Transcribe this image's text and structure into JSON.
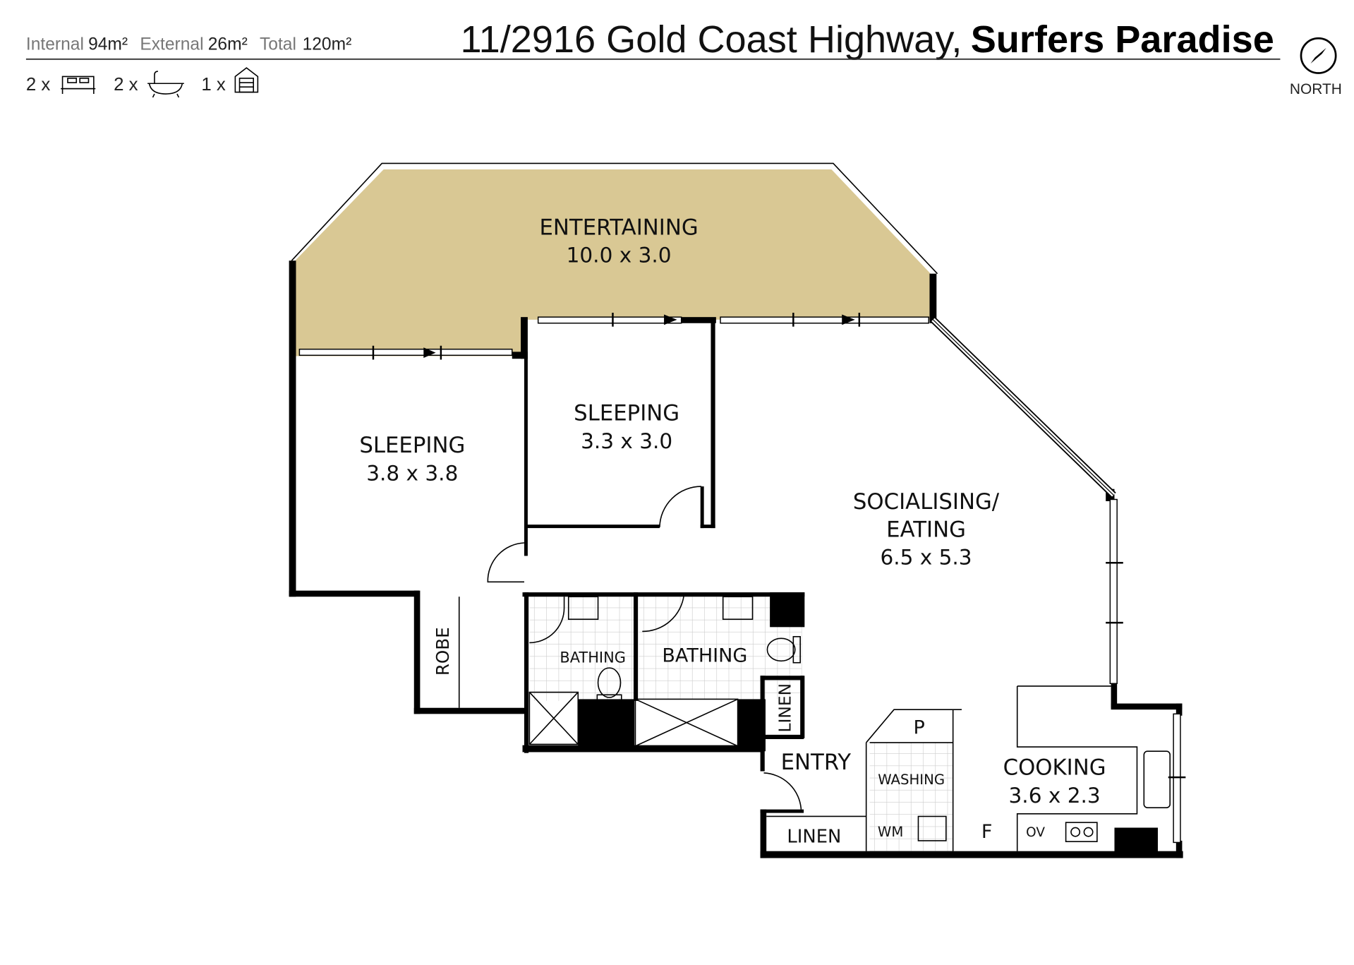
{
  "header": {
    "areas": [
      {
        "label": "Internal",
        "value": "94m²"
      },
      {
        "label": "External",
        "value": "26m²"
      },
      {
        "label": "Total",
        "value": "120m²"
      }
    ],
    "address": "11/2916 Gold Coast Highway,",
    "suburb": "Surfers Paradise",
    "features": [
      {
        "count": "2 x",
        "icon": "bed-icon"
      },
      {
        "count": "2 x",
        "icon": "bath-icon"
      },
      {
        "count": "1 x",
        "icon": "garage-icon"
      }
    ],
    "north_label": "NORTH"
  },
  "colors": {
    "outdoor": "#D9C894",
    "wall": "#000000"
  },
  "rooms": {
    "entertaining": {
      "name": "ENTERTAINING",
      "dims": "10.0 x 3.0"
    },
    "sleeping1": {
      "name": "SLEEPING",
      "dims": "3.8 x 3.8"
    },
    "sleeping2": {
      "name": "SLEEPING",
      "dims": "3.3 x 3.0"
    },
    "socialising": {
      "name1": "SOCIALISING/",
      "name2": "EATING",
      "dims": "6.5 x 5.3"
    },
    "cooking": {
      "name": "COOKING",
      "dims": "3.6 x 2.3"
    },
    "robe": "ROBE",
    "bathing_ensuite": "BATHING",
    "bathing_main": "BATHING",
    "linen_vertical": "LINEN",
    "linen_entry": "LINEN",
    "entry": "ENTRY",
    "washing": "WASHING",
    "pantry": "P",
    "wm": "WM",
    "fridge": "F",
    "oven": "OV"
  }
}
